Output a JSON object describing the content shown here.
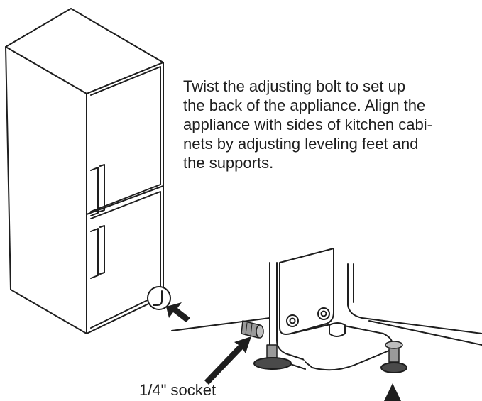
{
  "instruction": {
    "lines": [
      "Twist the adjusting bolt to set up",
      "the back of the appliance. Align the",
      "appliance with sides of kitchen cabi-",
      "nets by adjusting leveling feet and",
      "the supports."
    ]
  },
  "callouts": {
    "socket_label": "1/4\" socket"
  },
  "colors": {
    "line": "#1e1e1e",
    "bolt": "#9a9a9a",
    "background": "#ffffff"
  }
}
